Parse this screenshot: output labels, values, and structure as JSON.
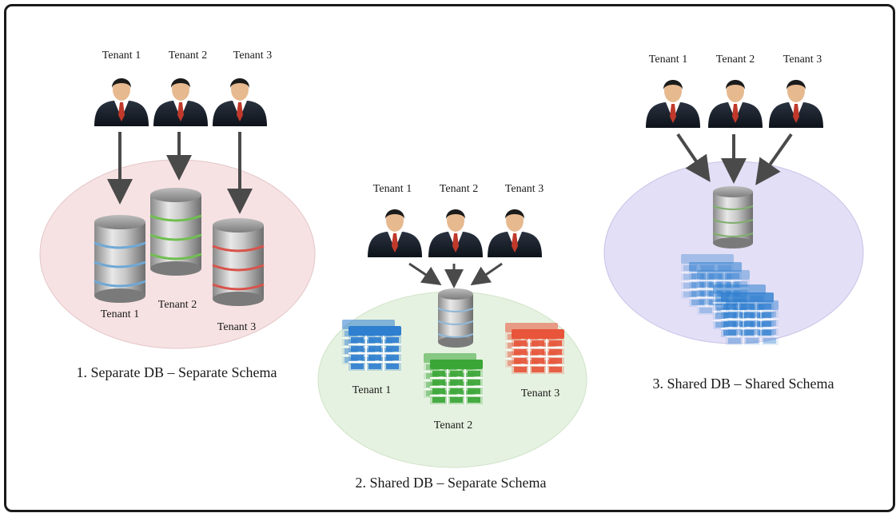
{
  "models": [
    {
      "caption": "1. Separate DB – Separate Schema",
      "tenants": [
        "Tenant 1",
        "Tenant 2",
        "Tenant 3"
      ],
      "db_labels": [
        "Tenant 1",
        "Tenant 2",
        "Tenant 3"
      ],
      "fill": "#f7e2e3",
      "accents": [
        "#6ea8d6",
        "#6fbf4f",
        "#d9534a"
      ]
    },
    {
      "caption": "2. Shared DB – Separate Schema",
      "tenants": [
        "Tenant 1",
        "Tenant 2",
        "Tenant 3"
      ],
      "schema_labels": [
        "Tenant 1",
        "Tenant 2",
        "Tenant 3"
      ],
      "fill": "#e6f2e1",
      "accents": [
        "#2f7fd0",
        "#3aa636",
        "#e8553a"
      ]
    },
    {
      "caption": "3. Shared DB – Shared Schema",
      "tenants": [
        "Tenant 1",
        "Tenant 2",
        "Tenant 3"
      ],
      "fill": "#e3dff6",
      "accents": [
        "#2f7fd0"
      ]
    }
  ]
}
